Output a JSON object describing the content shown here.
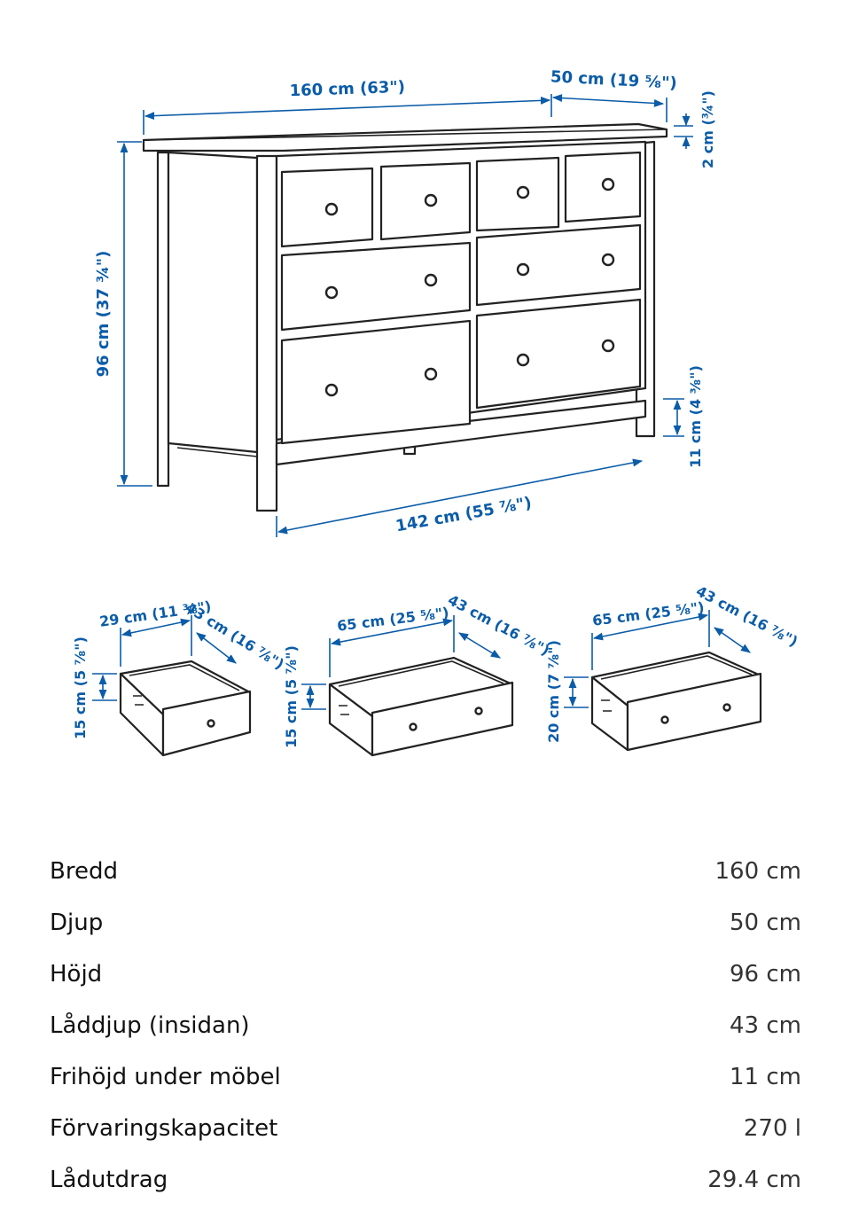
{
  "diagram": {
    "dresser": {
      "width": "160 cm (63\")",
      "depth": "50 cm (19 ⅝\")",
      "top_thickness": "2 cm (¾\")",
      "height": "96 cm (37 ¾\")",
      "clearance": "11 cm (4 ⅜\")",
      "inner_width": "142 cm (55 ⅞\")"
    },
    "drawers": [
      {
        "width": "29 cm (11 ⅜\")",
        "depth": "43 cm (16 ⅞\")",
        "height": "15 cm (5 ⅞\")"
      },
      {
        "width": "65 cm (25 ⅝\")",
        "depth": "43 cm (16 ⅞\")",
        "height": "15 cm (5 ⅞\")"
      },
      {
        "width": "65 cm (25 ⅝\")",
        "depth": "43 cm (16 ⅞\")",
        "height": "20 cm (7 ⅞\")"
      }
    ]
  },
  "specs": [
    {
      "label": "Bredd",
      "value": "160 cm"
    },
    {
      "label": "Djup",
      "value": "50 cm"
    },
    {
      "label": "Höjd",
      "value": "96 cm"
    },
    {
      "label": "Låddjup (insidan)",
      "value": "43 cm"
    },
    {
      "label": "Frihöjd under möbel",
      "value": "11 cm"
    },
    {
      "label": "Förvaringskapacitet",
      "value": "270 l"
    },
    {
      "label": "Lådutdrag",
      "value": "29.4 cm"
    }
  ],
  "colors": {
    "dimension": "#0b5ca8",
    "outline": "#222222"
  }
}
